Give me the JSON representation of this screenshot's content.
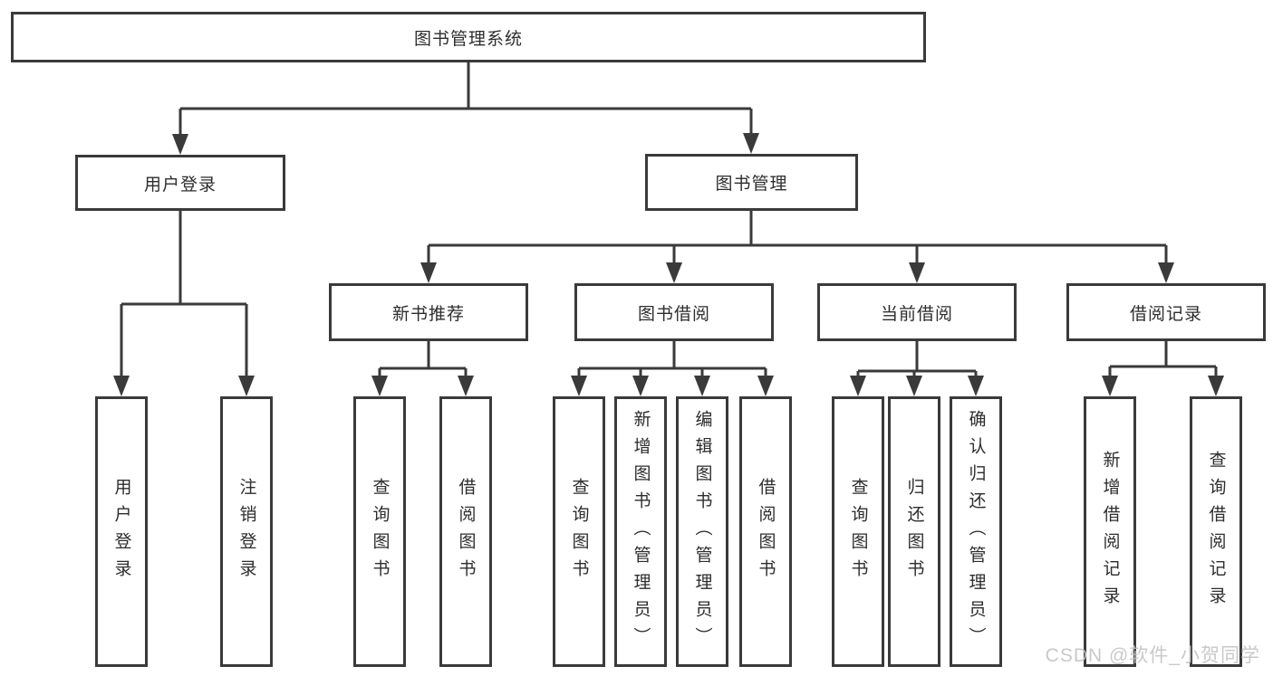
{
  "diagram": {
    "root": "图书管理系统",
    "level2": {
      "user_login": "用户登录",
      "book_mgmt": "图书管理"
    },
    "level3": {
      "new_book_rec": "新书推荐",
      "book_borrow": "图书借阅",
      "current_borrow": "当前借阅",
      "borrow_records": "借阅记录"
    },
    "leaves": {
      "user_login_leaf": "用户登录",
      "logout": "注销登录",
      "rec_query_book": "查询图书",
      "rec_borrow_book": "借阅图书",
      "bb_query_book": "查询图书",
      "bb_add_book": "新增图书（管理员）",
      "bb_edit_book": "编辑图书（管理员）",
      "bb_borrow_book": "借阅图书",
      "cb_query_book": "查询图书",
      "cb_return_book": "归还图书",
      "cb_confirm_return": "确认归还（管理员）",
      "br_add_record": "新增借阅记录",
      "br_query_record": "查询借阅记录"
    }
  },
  "watermark": "CSDN @软件_小贺同学",
  "colors": {
    "line": "#3a3a3a",
    "text": "#2d2d2d",
    "background": "#ffffff",
    "watermark": "#c1c1c1"
  }
}
